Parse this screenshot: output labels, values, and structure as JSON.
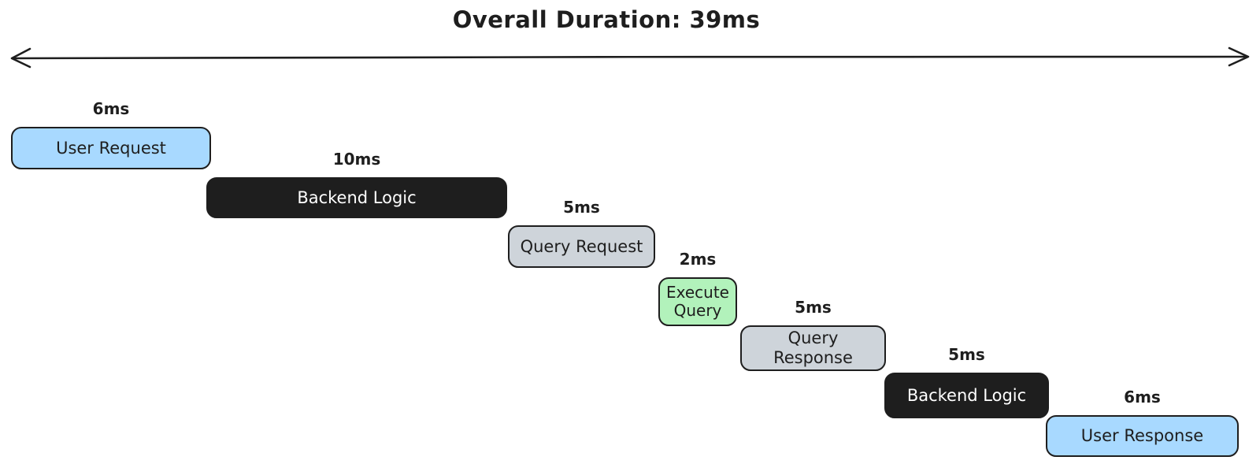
{
  "title": "Overall Duration: 39ms",
  "icons": {
    "span_arrow": "double-headed-arrow"
  },
  "colors": {
    "stroke": "#1e1e1e",
    "background": "#ffffff",
    "blue_fill": "#a8d9ff",
    "black_fill": "#1e1e1e",
    "gray_fill": "#ced4da",
    "green_fill": "#b2f2bb"
  },
  "steps": [
    {
      "label": "User Request",
      "duration": "6ms",
      "fill": "#a8d9ff",
      "text_color": "#1e1e1e"
    },
    {
      "label": "Backend Logic",
      "duration": "10ms",
      "fill": "#1e1e1e",
      "text_color": "#ffffff"
    },
    {
      "label": "Query Request",
      "duration": "5ms",
      "fill": "#ced4da",
      "text_color": "#1e1e1e"
    },
    {
      "label": "Execute Query",
      "duration": "2ms",
      "fill": "#b2f2bb",
      "text_color": "#1e1e1e"
    },
    {
      "label": "Query Response",
      "duration": "5ms",
      "fill": "#ced4da",
      "text_color": "#1e1e1e"
    },
    {
      "label": "Backend Logic",
      "duration": "5ms",
      "fill": "#1e1e1e",
      "text_color": "#ffffff"
    },
    {
      "label": "User Response",
      "duration": "6ms",
      "fill": "#a8d9ff",
      "text_color": "#1e1e1e"
    }
  ],
  "chart_data": {
    "type": "bar",
    "subtype": "waterfall-timeline",
    "title": "Overall Duration: 39ms",
    "categories": [
      "User Request",
      "Backend Logic",
      "Query Request",
      "Execute Query",
      "Query Response",
      "Backend Logic",
      "User Response"
    ],
    "values": [
      6,
      10,
      5,
      2,
      5,
      5,
      6
    ],
    "unit": "ms",
    "total_ms": 39,
    "orientation": "horizontal-staircase",
    "grid": false,
    "legend": false
  }
}
